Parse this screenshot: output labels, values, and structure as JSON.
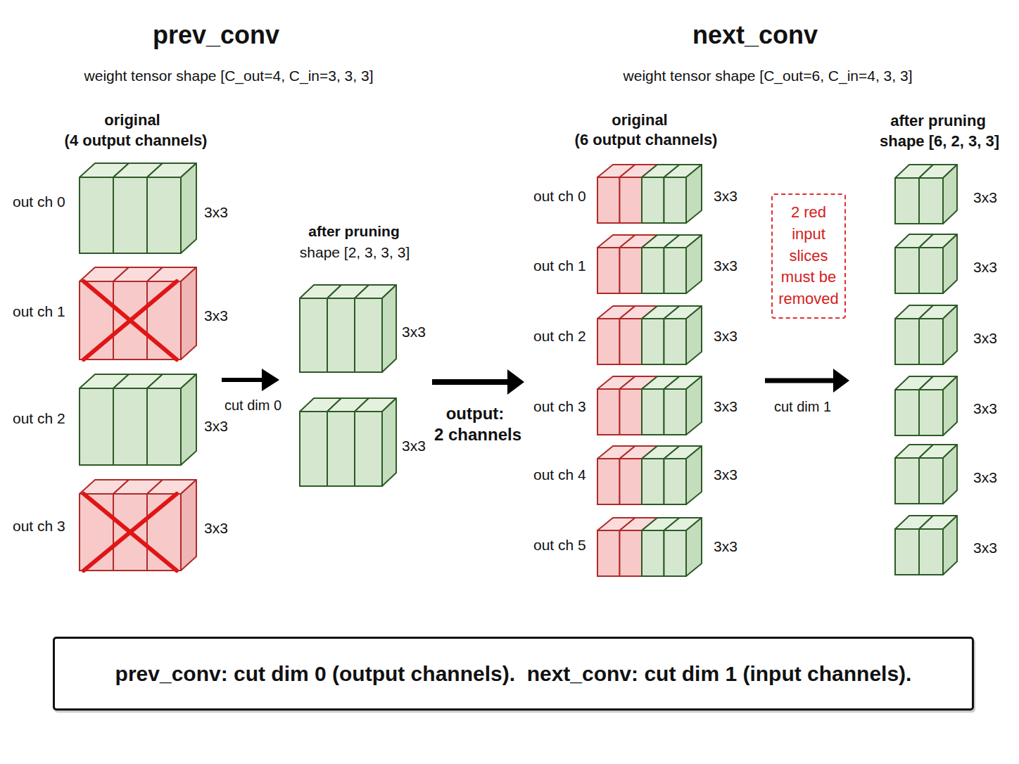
{
  "diagram": {
    "nodes": [
      {
        "text": [
          "2 red input slices must be removed"
        ]
      },
      {
        "text": [
          "prev_conv: cut dim 0 (output channels).  next_conv: cut dim 1 (input channels)."
        ]
      }
    ],
    "labels": [
      "prev_conv",
      "weight tensor shape [C_out=4, C_in=3, 3, 3]",
      "original",
      "(4 output channels)",
      "out ch 0",
      "3x3",
      "out ch 1",
      "3x3",
      "out ch 2",
      "3x3",
      "out ch 3",
      "3x3",
      "after pruning",
      "shape [2, 3, 3, 3]",
      "3x3",
      "3x3",
      "cut dim 0",
      "output:",
      "2 channels",
      "next_conv",
      "weight tensor shape [C_out=6, C_in=4, 3, 3]",
      "original",
      "(6 output channels)",
      "out ch 0",
      "3x3",
      "out ch 1",
      "3x3",
      "out ch 2",
      "3x3",
      "out ch 3",
      "3x3",
      "out ch 4",
      "3x3",
      "out ch 5",
      "3x3",
      "cut dim 1",
      "after pruning",
      "shape [6, 2, 3, 3]",
      "3x3",
      "3x3",
      "3x3",
      "3x3",
      "3x3",
      "3x3"
    ]
  }
}
